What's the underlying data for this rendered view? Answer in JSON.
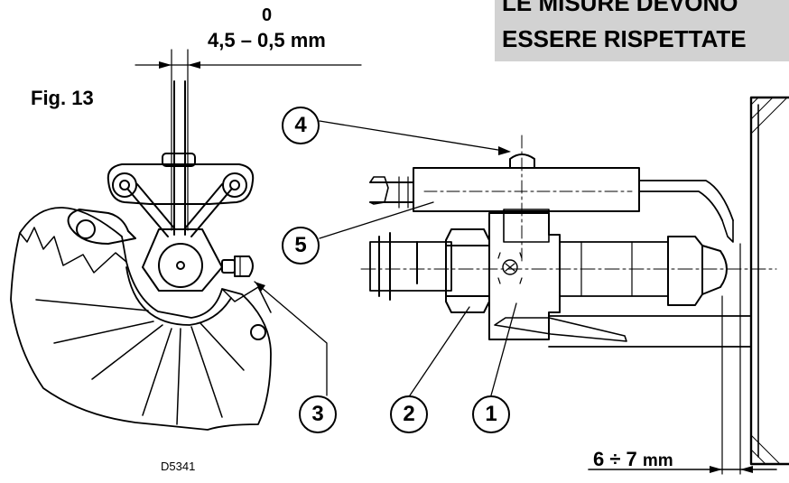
{
  "warning": {
    "line1": "LE MISURE DEVONO",
    "line2": "ESSERE RISPETTATE"
  },
  "figure_label": "Fig. 13",
  "tolerance": {
    "upper": "0",
    "nominal": "4,5 – 0,5 mm"
  },
  "gap": {
    "value": "6 ÷ 7",
    "unit": "mm"
  },
  "drawing_code": "D5341",
  "callouts": [
    "1",
    "2",
    "3",
    "4",
    "5"
  ]
}
